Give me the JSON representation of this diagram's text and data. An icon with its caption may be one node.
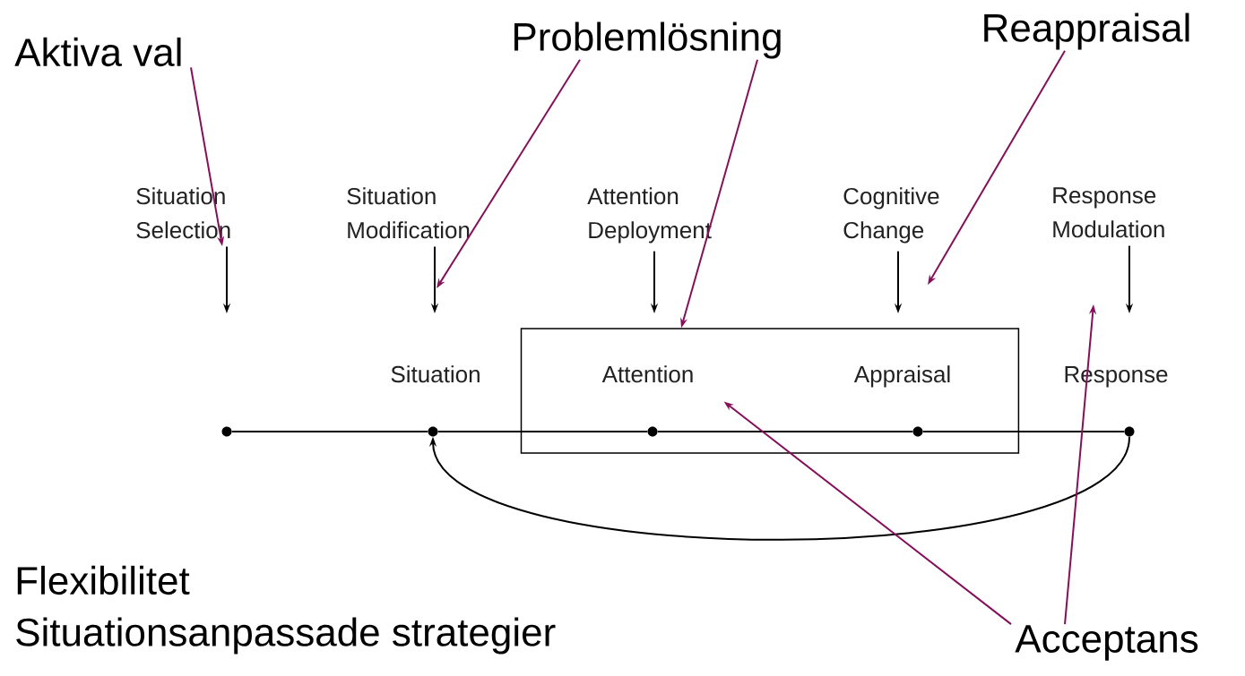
{
  "diagram": {
    "nodes": [
      {
        "text": [
          "Aktiva val"
        ]
      },
      {
        "text": [
          "Problemlösning"
        ]
      },
      {
        "text": [
          "Reappraisal"
        ]
      },
      {
        "text": [
          "Situation Selection"
        ]
      },
      {
        "text": [
          "Situation Modification"
        ]
      },
      {
        "text": [
          "Attention Deployment"
        ]
      },
      {
        "text": [
          "Cognitive Change"
        ]
      },
      {
        "text": [
          "Response Modulation"
        ]
      },
      {
        "text": [],
        "shape": "box"
      },
      {
        "text": [
          "Situation"
        ]
      },
      {
        "text": [
          "Attention"
        ],
        "in": 8
      },
      {
        "text": [
          "Appraisal"
        ],
        "in": 8
      },
      {
        "text": [
          "Response"
        ]
      },
      {
        "text": [],
        "shape": "circle"
      },
      {
        "text": [],
        "shape": "circle"
      },
      {
        "text": [],
        "shape": "circle",
        "in": 8
      },
      {
        "text": [],
        "shape": "circle",
        "in": 8
      },
      {
        "text": [],
        "shape": "circle"
      },
      {
        "text": [
          "Acceptans"
        ]
      }
    ],
    "edges": [
      {
        "from": 3,
        "to": null,
        "arrow": "to"
      },
      {
        "from": 4,
        "to": null,
        "arrow": "to"
      },
      {
        "from": 5,
        "to": null,
        "arrow": "to"
      },
      {
        "from": 6,
        "to": null,
        "arrow": "to"
      },
      {
        "from": 7,
        "to": null,
        "arrow": "to"
      },
      {
        "from": 13,
        "to": 14,
        "arrow": "none"
      },
      {
        "from": 14,
        "to": 15,
        "arrow": "none"
      },
      {
        "from": 15,
        "to": 16,
        "arrow": "none"
      },
      {
        "from": 16,
        "to": 17,
        "arrow": "none"
      },
      {
        "from": 17,
        "to": 14,
        "arrow": "to"
      },
      {
        "from": 0,
        "to": 3,
        "arrow": "to",
        "color": "#85105a"
      },
      {
        "from": 1,
        "to": null,
        "arrow": "to",
        "color": "#85105a"
      },
      {
        "from": 1,
        "to": 8,
        "arrow": "to",
        "color": "#85105a"
      },
      {
        "from": 2,
        "to": null,
        "arrow": "to",
        "color": "#85105a"
      },
      {
        "from": 18,
        "to": 10,
        "arrow": "to",
        "color": "#85105a"
      },
      {
        "from": 18,
        "to": null,
        "arrow": "to",
        "color": "#85105a"
      }
    ],
    "labels": [
      "Flexibilitet",
      "Situationsanpassade strategier"
    ]
  }
}
